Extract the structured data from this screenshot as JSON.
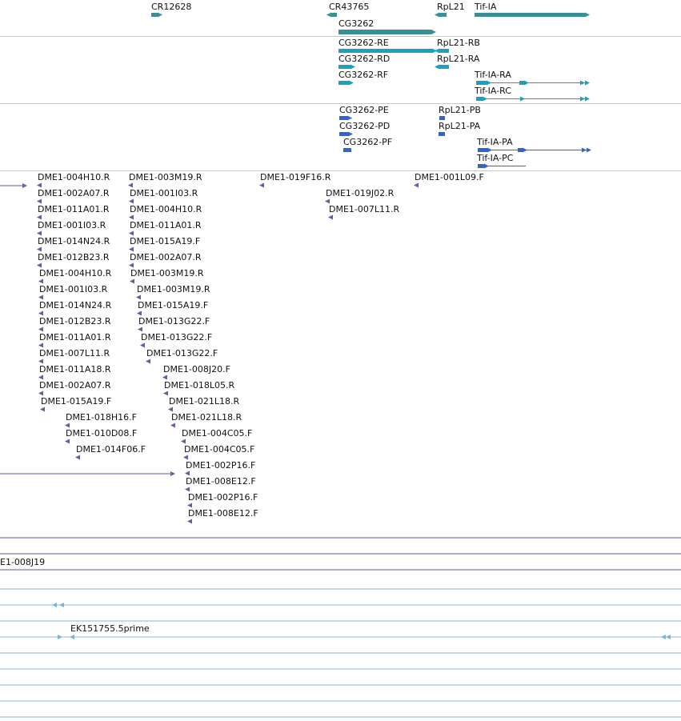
{
  "colors": {
    "gene": "#3a8f96",
    "transcript": "#1aa0c2",
    "protein": "#2f66c7",
    "clone": "#6b5aa6",
    "clone_line": "#6a4f9e",
    "est_line": "#8ab6dd",
    "est_arrow": "#74b4dc",
    "separator": "#c8c8c8"
  },
  "genes": [
    {
      "label": "CR12628"
    },
    {
      "label": "CR43765"
    },
    {
      "label": "RpL21"
    },
    {
      "label": "Tif-IA"
    },
    {
      "label": "CG3262"
    }
  ],
  "transcripts": [
    {
      "label": "CG3262-RE"
    },
    {
      "label": "RpL21-RB"
    },
    {
      "label": "CG3262-RD"
    },
    {
      "label": "RpL21-RA"
    },
    {
      "label": "CG3262-RF"
    },
    {
      "label": "Tif-IA-RA"
    },
    {
      "label": "Tif-IA-RC"
    }
  ],
  "proteins": [
    {
      "label": "CG3262-PE"
    },
    {
      "label": "RpL21-PB"
    },
    {
      "label": "CG3262-PD"
    },
    {
      "label": "RpL21-PA"
    },
    {
      "label": "CG3262-PF"
    },
    {
      "label": "Tif-IA-PA"
    },
    {
      "label": "Tif-IA-PC"
    }
  ],
  "clones_col1": [
    "DME1-004H10.R",
    "DME1-002A07.R",
    "DME1-011A01.R",
    "DME1-001I03.R",
    "DME1-014N24.R",
    "DME1-012B23.R",
    "DME1-004H10.R",
    "DME1-001I03.R",
    "DME1-014N24.R",
    "DME1-012B23.R",
    "DME1-011A01.R",
    "DME1-007L11.R",
    "DME1-011A18.R",
    "DME1-002A07.R",
    "DME1-015A19.F"
  ],
  "clones_col1b": [
    "DME1-018H16.F",
    "DME1-010D08.F",
    "DME1-014F06.F"
  ],
  "clones_col2": [
    "DME1-003M19.R",
    "DME1-001I03.R",
    "DME1-004H10.R",
    "DME1-011A01.R",
    "DME1-015A19.F",
    "DME1-002A07.R",
    "DME1-003M19.R",
    "DME1-003M19.R",
    "DME1-015A19.F",
    "DME1-013G22.F",
    "DME1-013G22.F",
    "DME1-013G22.F"
  ],
  "clones_col2b": [
    "DME1-008J20.F",
    "DME1-018L05.R",
    "DME1-021L18.R",
    "DME1-021L18.R",
    "DME1-004C05.F",
    "DME1-004C05.F",
    "DME1-002P16.F",
    "DME1-008E12.F",
    "DME1-002P16.F",
    "DME1-008E12.F"
  ],
  "clones_other": [
    "DME1-019F16.R",
    "DME1-019J02.R",
    "DME1-007L11.R",
    "DME1-001L09.F"
  ],
  "truncated_clone": "E1-008J19",
  "est_label": "EK151755.5prime"
}
